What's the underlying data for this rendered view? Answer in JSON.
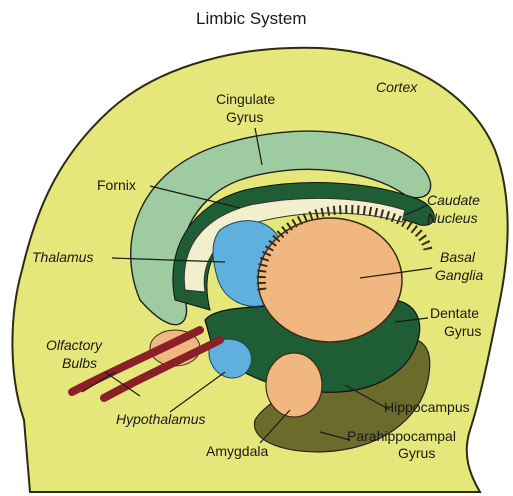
{
  "title": "Limbic System",
  "labels": {
    "cortex": "Cortex",
    "cingulate_gyrus_1": "Cingulate",
    "cingulate_gyrus_2": "Gyrus",
    "fornix": "Fornix",
    "caudate_nucleus_1": "Caudate",
    "caudate_nucleus_2": "Nucleus",
    "thalamus": "Thalamus",
    "basal_ganglia_1": "Basal",
    "basal_ganglia_2": "Ganglia",
    "dentate_gyrus_1": "Dentate",
    "dentate_gyrus_2": "Gyrus",
    "olfactory_bulbs_1": "Olfactory",
    "olfactory_bulbs_2": "Bulbs",
    "hypothalamus": "Hypothalamus",
    "hippocampus": "Hippocampus",
    "amygdala": "Amygdala",
    "parahippocampal_gyrus_1": "Parahippocampal",
    "parahippocampal_gyrus_2": "Gyrus"
  },
  "colors": {
    "cortex": "#e6e77a",
    "cingulate": "#9fcba0",
    "dark_green": "#1f5d35",
    "basal_ganglia": "#f1b780",
    "thalamus_blue": "#5fb0dc",
    "olfactory_red": "#8a1f28",
    "parahippocampal": "#6b6b2c"
  }
}
